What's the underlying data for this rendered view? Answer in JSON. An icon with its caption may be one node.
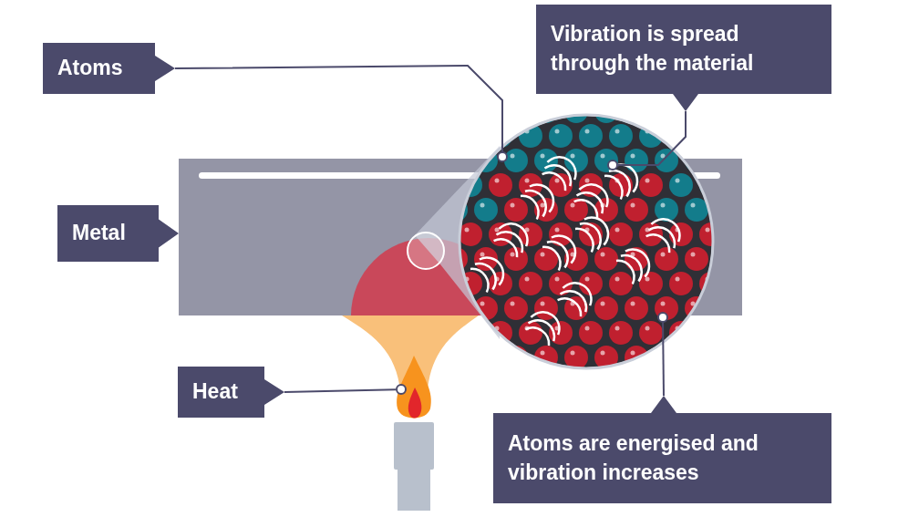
{
  "diagram": {
    "nodes": [
      {
        "text": [
          "Atoms"
        ]
      },
      {
        "text": [
          "Vibration is spread through the material"
        ]
      },
      {
        "text": [
          "Metal"
        ]
      },
      {
        "text": [
          "Heat"
        ]
      },
      {
        "text": [
          "Atoms are energised and vibration increases"
        ]
      },
      {
        "text": [],
        "shape": "circle"
      },
      {
        "text": [],
        "shape": "circle"
      },
      {
        "text": [],
        "shape": "circle"
      },
      {
        "text": [],
        "shape": "circle"
      }
    ],
    "edges": [
      {
        "from": 0,
        "to": 5,
        "arrow": "none"
      },
      {
        "from": 1,
        "to": 6,
        "arrow": "none"
      },
      {
        "from": 3,
        "to": 7,
        "arrow": "none"
      },
      {
        "from": 4,
        "to": 8,
        "arrow": "none"
      }
    ]
  }
}
